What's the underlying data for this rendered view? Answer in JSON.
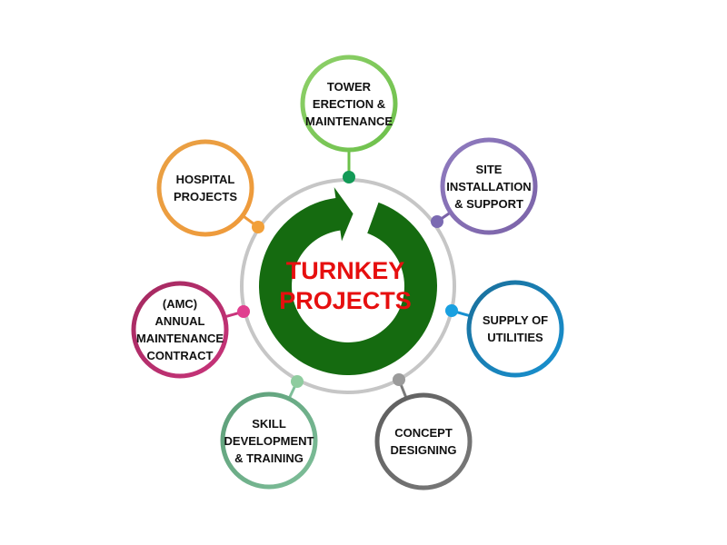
{
  "center": {
    "line1": "TURNKEY",
    "line2": "PROJECTS",
    "text_color": "#e60f0f",
    "arrow_color": "#156b10",
    "ring_color": "#c6c6c6"
  },
  "nodes": [
    {
      "id": "tower",
      "lines": [
        "TOWER",
        "ERECTION &",
        "MAINTENANCE"
      ],
      "color": "#6cc04a",
      "color2": "#8fd06a",
      "dot": "#139a57"
    },
    {
      "id": "site",
      "lines": [
        "SITE",
        "INSTALLATION",
        "& SUPPORT"
      ],
      "color": "#7b63a8",
      "color2": "#8f7bbf",
      "dot": "#7b6ab2"
    },
    {
      "id": "supply",
      "lines": [
        "SUPPLY OF",
        "UTILITIES"
      ],
      "color": "#1891d1",
      "color2": "#1a6f9a",
      "dot": "#1aa0e0"
    },
    {
      "id": "concept",
      "lines": [
        "CONCEPT",
        "DESIGNING"
      ],
      "color": "#7a7a7a",
      "color2": "#5e5e5e",
      "dot": "#9b9b9b"
    },
    {
      "id": "skill",
      "lines": [
        "SKILL",
        "DEVELOPMENT",
        "& TRAINING"
      ],
      "color": "#7fbf9a",
      "color2": "#5b9d77",
      "dot": "#8fcc9f"
    },
    {
      "id": "amc",
      "lines": [
        "(AMC)",
        "ANNUAL",
        "MAINTENANCE",
        "CONTRACT"
      ],
      "color": "#c8347a",
      "color2": "#a3295f",
      "dot": "#e03f8f"
    },
    {
      "id": "hospital",
      "lines": [
        "HOSPITAL",
        "PROJECTS"
      ],
      "color": "#ef9a3a",
      "color2": "#e9a044",
      "dot": "#f2a03a"
    }
  ]
}
